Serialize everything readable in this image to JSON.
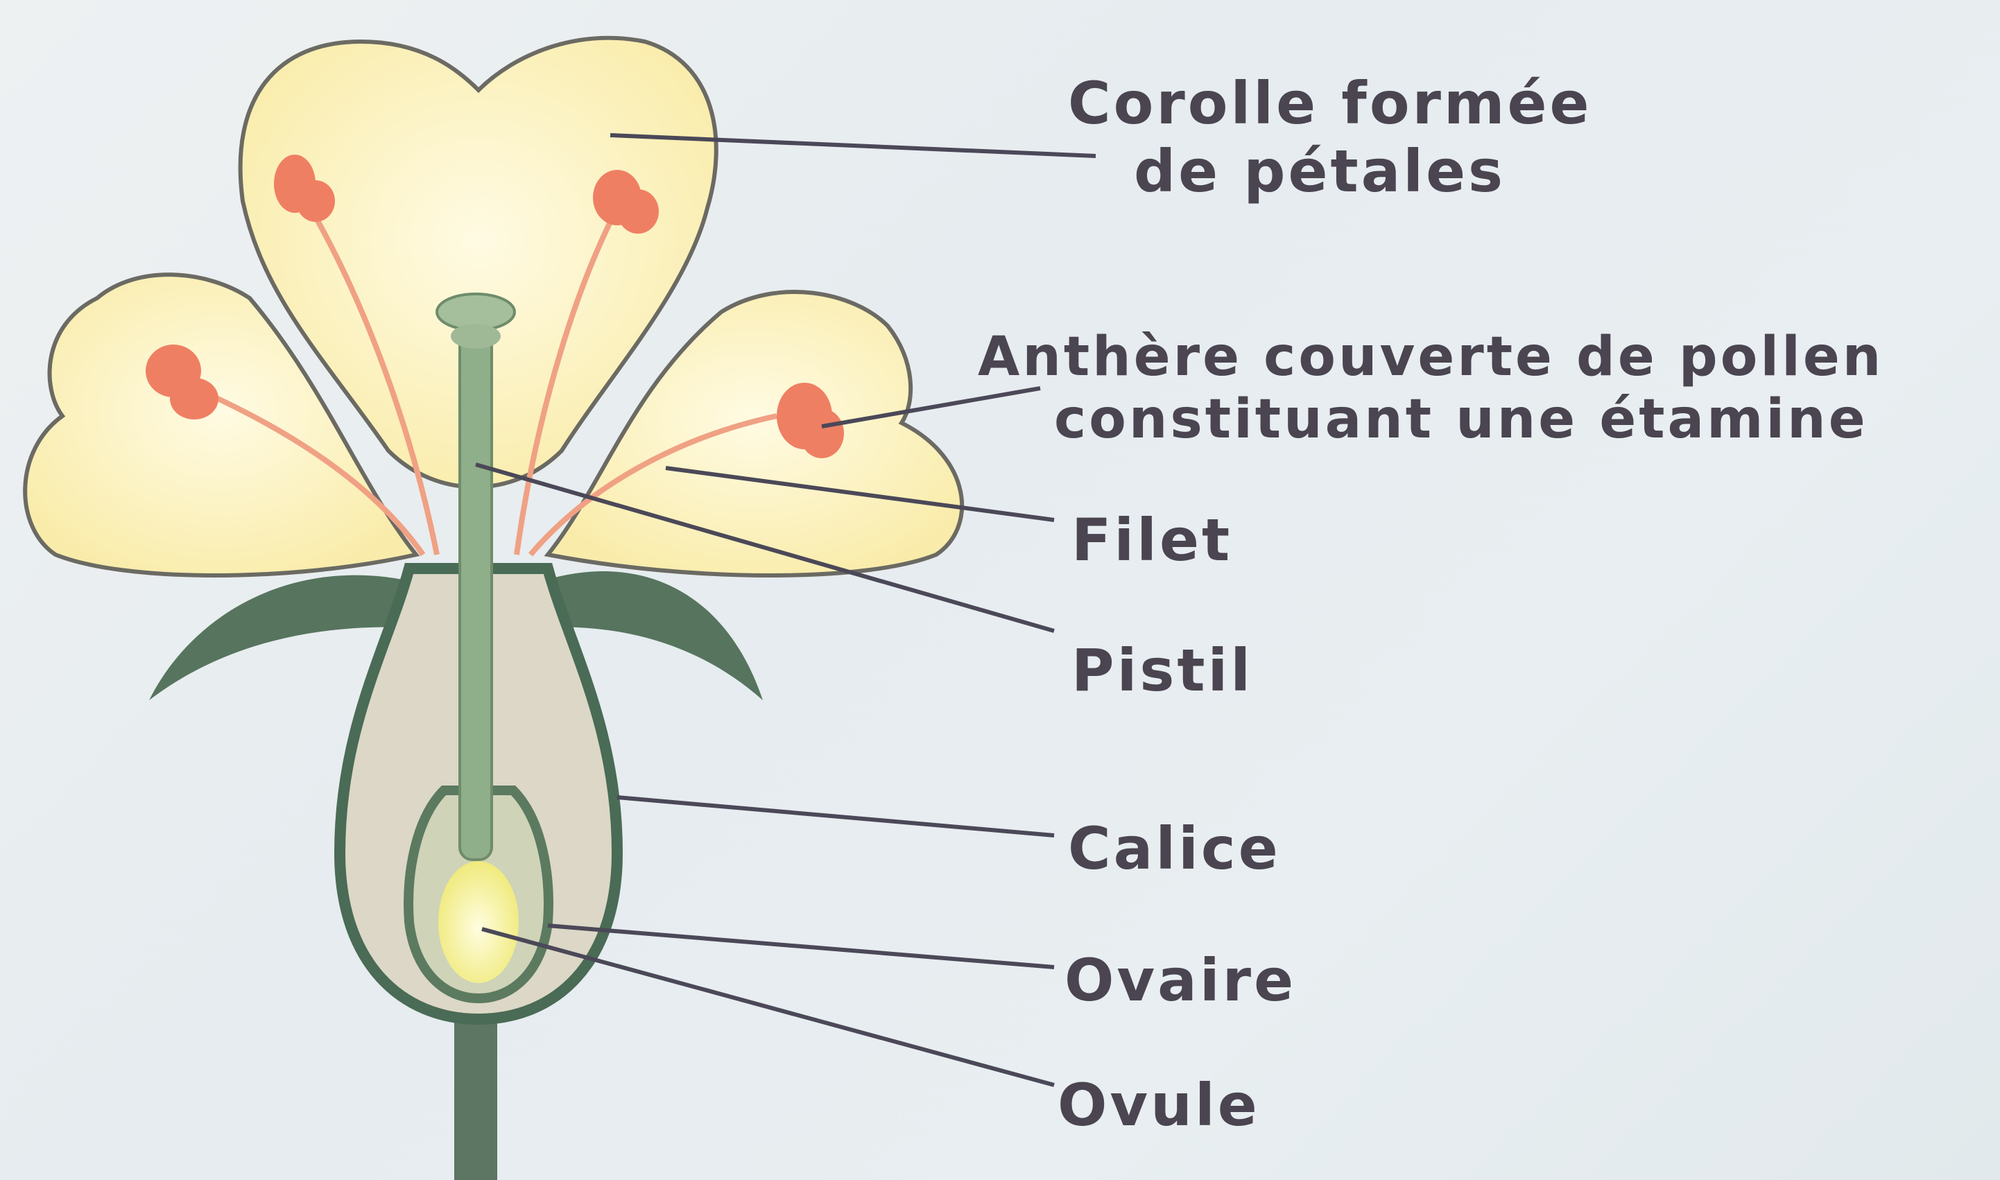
{
  "labels": {
    "corolle": [
      "Corolle formée",
      "de pétales"
    ],
    "anthere": [
      "Anthère couverte de pollen",
      "constituant une étamine"
    ],
    "filet": "Filet",
    "pistil": "Pistil",
    "calice": "Calice",
    "ovaire": "Ovaire",
    "ovule": "Ovule"
  },
  "colors": {
    "petal_fill": "#fbf2b6",
    "petal_outline": "#6b6a63",
    "anther": "#ef7f63",
    "filament": "#f0a184",
    "pistil": "#8fae8a",
    "calyx_fill": "#ddd8c8",
    "calyx_outline": "#4d6a55",
    "sepal": "#4f6f58",
    "ovule": "#f6f2a0",
    "leader_line": "#4b4858",
    "text": "#4a4550"
  }
}
